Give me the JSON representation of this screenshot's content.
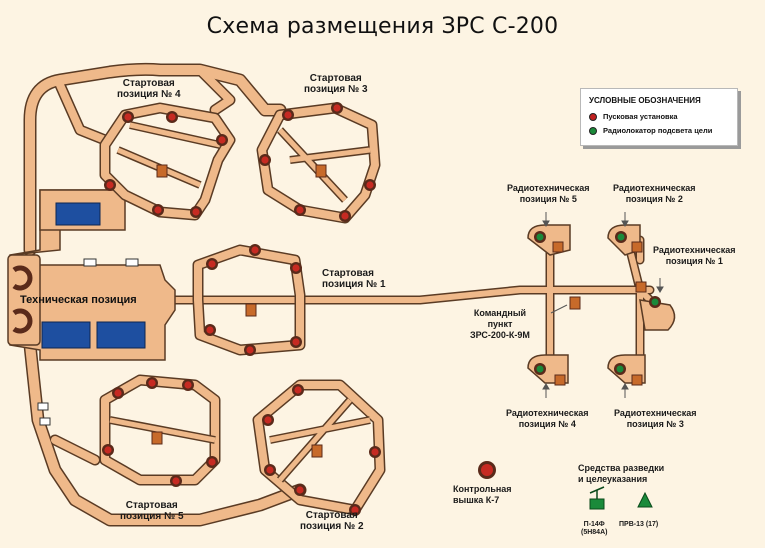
{
  "title": "Схема размещения ЗРС С-200",
  "colors": {
    "road": "#efb98a",
    "road_outline": "#5a3b24",
    "launcher": "#b0201c",
    "radar": "#1a8a3a",
    "building": "#1e4fa0",
    "background": "#fdf4e3"
  },
  "legend": {
    "title": "УСЛОВНЫЕ ОБОЗНАЧЕНИЯ",
    "items": [
      {
        "label": "Пусковая установка",
        "color": "#c02020"
      },
      {
        "label": "Радиолокатор подсвета цели",
        "color": "#1a8a3a"
      }
    ]
  },
  "technical_position": "Техническая позиция",
  "launch_positions": [
    {
      "id": "sp1",
      "line1": "Стартовая",
      "line2": "позиция № 1"
    },
    {
      "id": "sp2",
      "line1": "Стартовая",
      "line2": "позиция № 2"
    },
    {
      "id": "sp3",
      "line1": "Стартовая",
      "line2": "позиция № 3"
    },
    {
      "id": "sp4",
      "line1": "Стартовая",
      "line2": "позиция № 4"
    },
    {
      "id": "sp5",
      "line1": "Стартовая",
      "line2": "позиция № 5"
    }
  ],
  "radar_positions": [
    {
      "id": "rp1",
      "line1": "Радиотехническая",
      "line2": "позиция № 1"
    },
    {
      "id": "rp2",
      "line1": "Радиотехническая",
      "line2": "позиция № 2"
    },
    {
      "id": "rp3",
      "line1": "Радиотехническая",
      "line2": "позиция № 3"
    },
    {
      "id": "rp4",
      "line1": "Радиотехническая",
      "line2": "позиция № 4"
    },
    {
      "id": "rp5",
      "line1": "Радиотехническая",
      "line2": "позиция № 5"
    }
  ],
  "command_post": {
    "line1": "Командный",
    "line2": "пункт",
    "line3": "ЗРС-200-К-9М"
  },
  "control_tower": {
    "line1": "Контрольная",
    "line2": "вышка К-7"
  },
  "recon": {
    "title_line1": "Средства разведки",
    "title_line2": "и целеуказания",
    "item1_line1": "П-14Ф",
    "item1_line2": "(5Н84А)",
    "item2": "ПРВ-13 (17)"
  }
}
